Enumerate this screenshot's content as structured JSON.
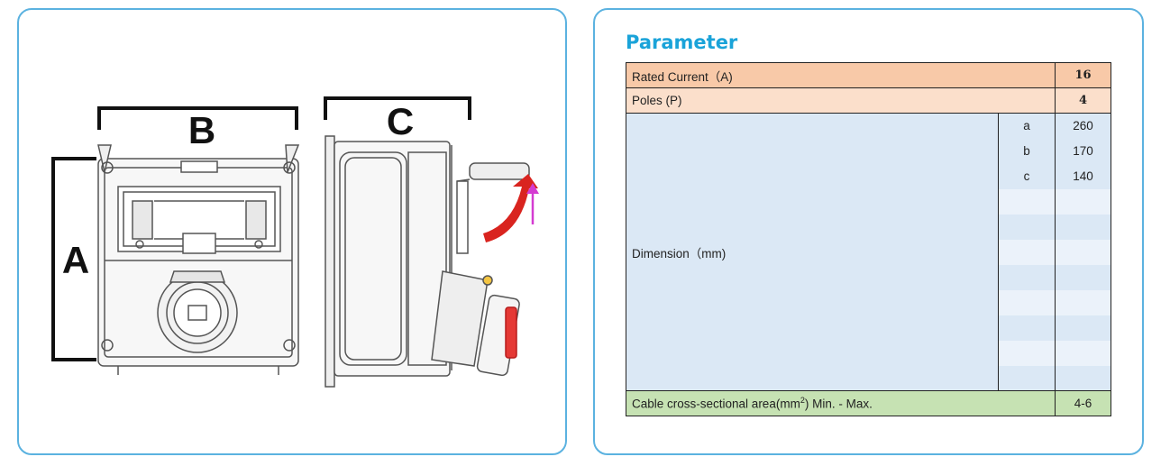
{
  "drawing": {
    "labels": {
      "A": "A",
      "B": "B",
      "C": "C"
    }
  },
  "parameter": {
    "title": "Parameter",
    "rated_current": {
      "label": "Rated Current（A)",
      "value": "16"
    },
    "poles": {
      "label": "Poles (P)",
      "value": "4"
    },
    "dimension": {
      "label": "Dimension（mm)",
      "rows": [
        {
          "key": "a",
          "value": "260"
        },
        {
          "key": "b",
          "value": "170"
        },
        {
          "key": "c",
          "value": "140"
        }
      ]
    },
    "cable": {
      "label_prefix": "Cable cross-sectional area(mm",
      "label_sup": "2",
      "label_suffix": ") Min. - Max.",
      "value": "4-6"
    }
  },
  "colors": {
    "border": "#5bb2e0",
    "title": "#1aa3d9",
    "row1": "#f8c9a8",
    "row2": "#fbdfcb",
    "dim": "#dbe8f5",
    "cable": "#c6e2b3"
  }
}
